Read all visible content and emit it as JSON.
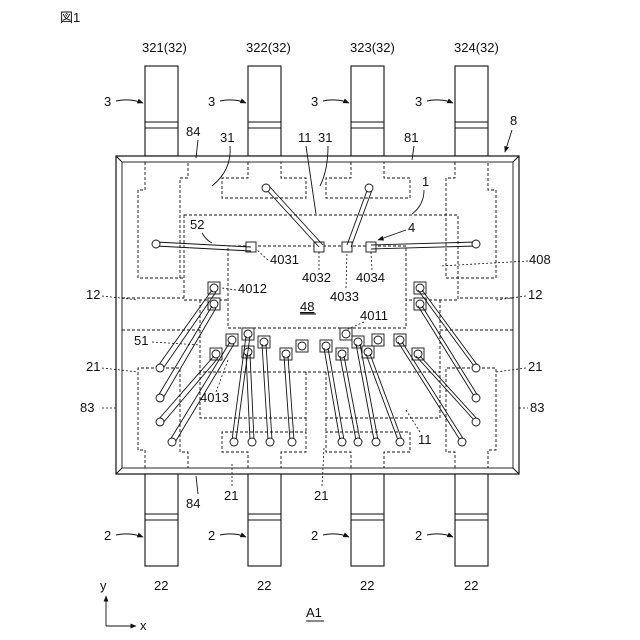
{
  "figure_label": "図1",
  "view_label": "A1",
  "axes": {
    "x": "x",
    "y": "y"
  },
  "labels": {
    "top_leads": [
      "321(32)",
      "322(32)",
      "323(32)",
      "324(32)"
    ],
    "bottom_leads": [
      "22",
      "22",
      "22",
      "22"
    ],
    "lead_3": "3",
    "lead_2": "2",
    "ref_8": "8",
    "ref_84": "84",
    "ref_81": "81",
    "ref_83": "83",
    "ref_31": "31",
    "ref_11": "11",
    "ref_1": "1",
    "ref_4": "4",
    "ref_52": "52",
    "ref_51": "51",
    "ref_12": "12",
    "ref_21": "21",
    "ref_408": "408",
    "ref_48": "48",
    "ref_4031": "4031",
    "ref_4032": "4032",
    "ref_4033": "4033",
    "ref_4034": "4034",
    "ref_4012": "4012",
    "ref_4011": "4011",
    "ref_4013": "4013"
  }
}
